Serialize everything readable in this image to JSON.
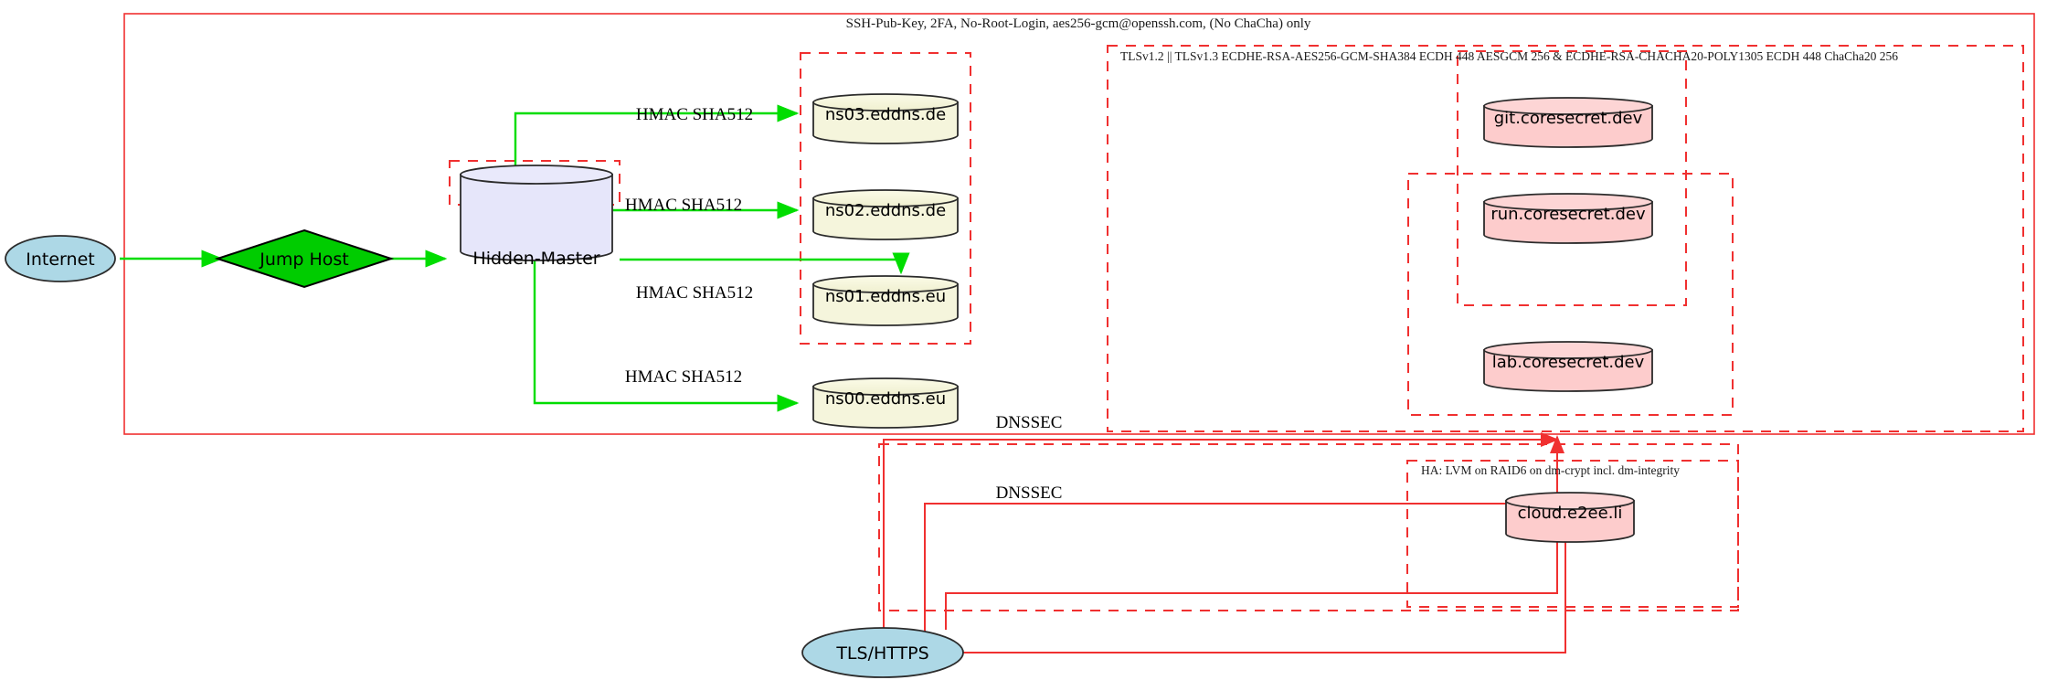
{
  "diagram": {
    "title_labels": {
      "outer_ssh": "SSH-Pub-Key, 2FA, No-Root-Login, aes256-gcm@openssh.com, (No ChaCha) only",
      "tls_cluster": "TLSv1.2 || TLSv1.3 ECDHE-RSA-AES256-GCM-SHA384 ECDH 448 AESGCM 256 & ECDHE-RSA-CHACHA20-POLY1305 ECDH 448 ChaCha20 256",
      "ha_cluster": "HA: LVM on RAID6 on dm-crypt incl. dm-integrity"
    },
    "nodes": {
      "internet": "Internet",
      "jump_host": "Jump Host",
      "hidden_master": "Hidden-Master",
      "ns03": "ns03.eddns.de",
      "ns02": "ns02.eddns.de",
      "ns01": "ns01.eddns.eu",
      "ns00": "ns00.eddns.eu",
      "git": "git.coresecret.dev",
      "run": "run.coresecret.dev",
      "lab": "lab.coresecret.dev",
      "cloud": "cloud.e2ee.li",
      "tls_https": "TLS/HTTPS"
    },
    "edge_labels": {
      "hmac_ns03": "HMAC SHA512",
      "hmac_ns02": "HMAC SHA512",
      "hmac_ns01": "HMAC SHA512",
      "hmac_ns00": "HMAC SHA512",
      "dnssec_upper": "DNSSEC",
      "dnssec_lower": "DNSSEC"
    },
    "colors": {
      "red": "#f03030",
      "green": "#00dd00",
      "internet_fill": "#add8e6",
      "jump_fill": "#00cc00",
      "master_fill": "#e6e6fa",
      "ns_fill": "#f5f5dc",
      "web_fill": "#fdcccc",
      "stroke": "#2b2b2b"
    }
  }
}
